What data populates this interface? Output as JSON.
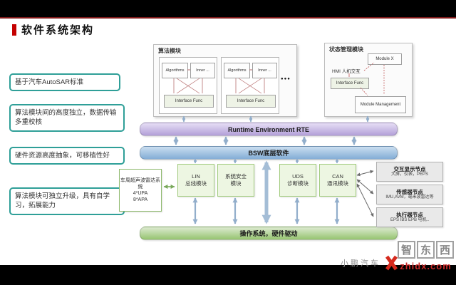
{
  "title": "软件系统架构",
  "left_notes": [
    "基于汽车AutoSAR标准",
    "算法模块间的高度独立，数据传输多重校核",
    "硬件资源高度抽象，可移植性好",
    "算法模块可独立升级，具有自学习，拓展能力"
  ],
  "algorithm_module": {
    "title": "算法模块",
    "algorithms_label": "Algorithms",
    "inner_label": "Inner ...",
    "interface_label": "Interface Func",
    "ellipsis": "●●●"
  },
  "state_module": {
    "title": "状态管理模块",
    "module_x": "Module X",
    "hmi": "HMI 人机交互",
    "interface": "Interface Func",
    "management": "Module Management"
  },
  "layers": {
    "rte": "Runtime Environment RTE",
    "bsw": "BSW底层软件",
    "os": "操作系统，硬件驱动"
  },
  "ultrasonic": {
    "name": "车周超声波雷达系统",
    "spec1": "4*UPA",
    "spec2": "8*APA"
  },
  "modules": [
    {
      "l1": "LIN",
      "l2": "总线模块"
    },
    {
      "l1": "系统安全",
      "l2": "模块"
    },
    {
      "l1": "UDS",
      "l2": "诊断模块"
    },
    {
      "l1": "CAN",
      "l2": "通讯模块"
    }
  ],
  "nodes": [
    {
      "title": "交互显示节点",
      "desc": "大屏，仪表，PEPS"
    },
    {
      "title": "传感器节点",
      "desc": "IMU,AVM，毫米波雷达等"
    },
    {
      "title": "执行器节点",
      "desc": "EPS IBS EPB 电机.."
    }
  ],
  "watermark": {
    "char1": "智",
    "char2": "东",
    "char3": "西",
    "site": "zhidx.com",
    "brand": "小鹏汽车"
  },
  "colors": {
    "accent_red": "#c40000",
    "rte_purple": "#b29fd8",
    "bsw_blue": "#84add6",
    "os_green": "#96c470",
    "note_teal": "#2f9f98"
  }
}
